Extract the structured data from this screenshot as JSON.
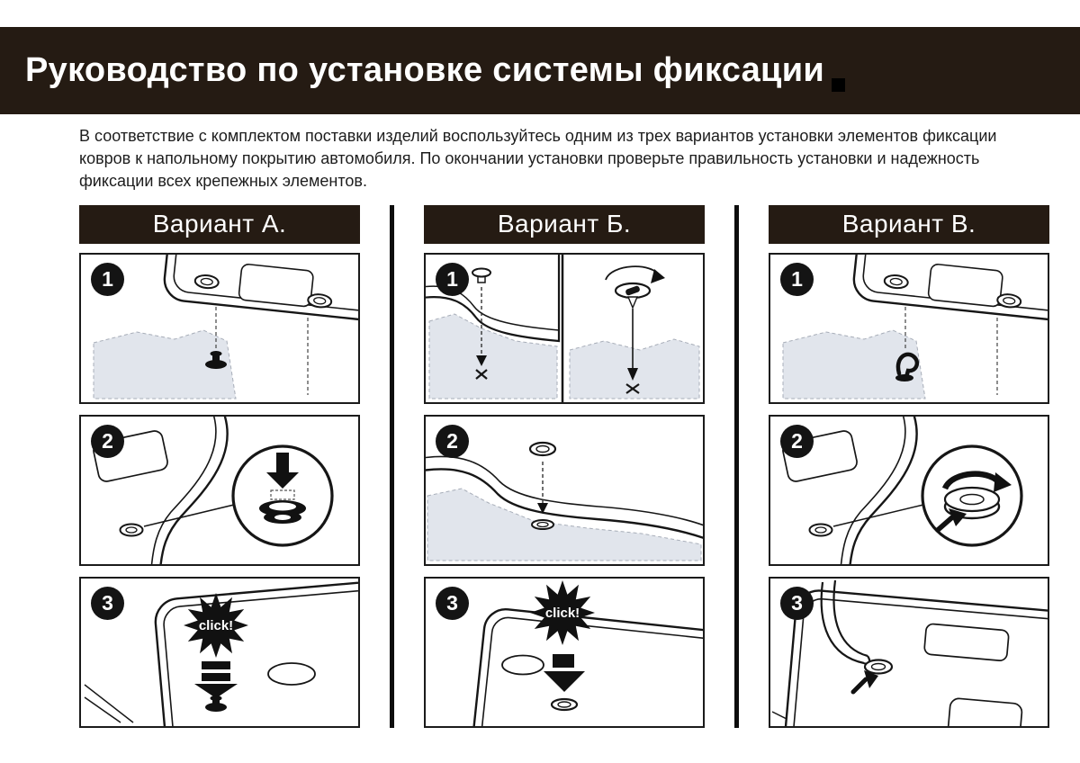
{
  "page": {
    "title": "Руководство по установке системы фиксации",
    "intro": "В соответствие с комплектом поставки изделий воспользуйтесь одним из трех вариантов установки элементов фиксации ковров к напольному покрытию автомобиля. По окончании установки проверьте правильность установки и надежность фиксации всех крепежных элементов."
  },
  "colors": {
    "header_bg": "#251b13",
    "panel_border": "#1b1b1b",
    "carpet_shade": "#e1e5ec",
    "ink": "#161616"
  },
  "variants": [
    {
      "label": "Вариант А.",
      "steps": [
        {
          "number": "1",
          "illustration": "mat-corner-aligned-over-carpet-stud"
        },
        {
          "number": "2",
          "illustration": "press-fastener-clip-magnified"
        },
        {
          "number": "3",
          "illustration": "press-mat-until-click",
          "click_label": "click!"
        }
      ]
    },
    {
      "label": "Вариант Б.",
      "steps": [
        {
          "number": "1",
          "illustration": "insert-pin-and-screw-fastener-into-carpet"
        },
        {
          "number": "2",
          "illustration": "align-mat-button-over-fastener"
        },
        {
          "number": "3",
          "illustration": "press-mat-until-click",
          "click_label": "click!"
        }
      ]
    },
    {
      "label": "Вариант В.",
      "steps": [
        {
          "number": "1",
          "illustration": "mat-corner-aligned-over-carpet-hook"
        },
        {
          "number": "2",
          "illustration": "turn-knob-fastener-magnified"
        },
        {
          "number": "3",
          "illustration": "hook-loop-onto-knob"
        }
      ]
    }
  ]
}
